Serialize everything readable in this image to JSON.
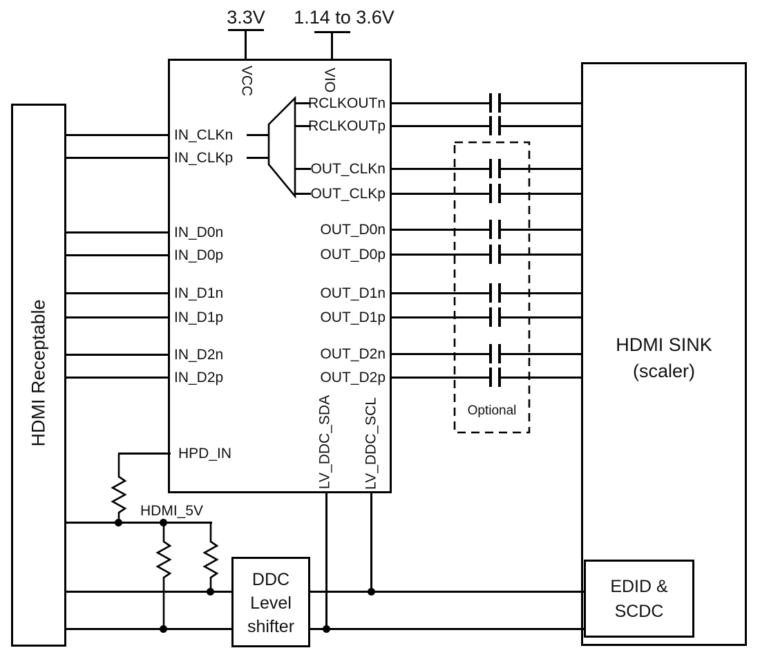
{
  "power": {
    "vcc_rail": "3.3V",
    "vio_rail": "1.14 to 3.6V"
  },
  "receptacle": {
    "label": "HDMI Receptable"
  },
  "sink": {
    "line1": "HDMI SINK",
    "line2": "(scaler)"
  },
  "chip": {
    "top_pins": [
      "VCC",
      "VIO"
    ],
    "left_pins": [
      "IN_CLKn",
      "IN_CLKp",
      "IN_D0n",
      "IN_D0p",
      "IN_D1n",
      "IN_D1p",
      "IN_D2n",
      "IN_D2p",
      "HPD_IN"
    ],
    "right_pins": [
      "RCLKOUTn",
      "RCLKOUTp",
      "OUT_CLKn",
      "OUT_CLKp",
      "OUT_D0n",
      "OUT_D0p",
      "OUT_D1n",
      "OUT_D1p",
      "OUT_D2n",
      "OUT_D2p"
    ],
    "bottom_pins": [
      "LV_DDC_SDA",
      "LV_DDC_SCL"
    ]
  },
  "nets": {
    "hdmi_5v": "HDMI_5V"
  },
  "optional_region": {
    "label": "Optional"
  },
  "ddc_level_shifter": {
    "line1": "DDC",
    "line2": "Level",
    "line3": "shifter"
  },
  "edid_scdc": {
    "line1": "EDID &",
    "line2": "SCDC"
  },
  "colors": {
    "line": "#000000",
    "background": "#ffffff",
    "text": "#111111"
  }
}
